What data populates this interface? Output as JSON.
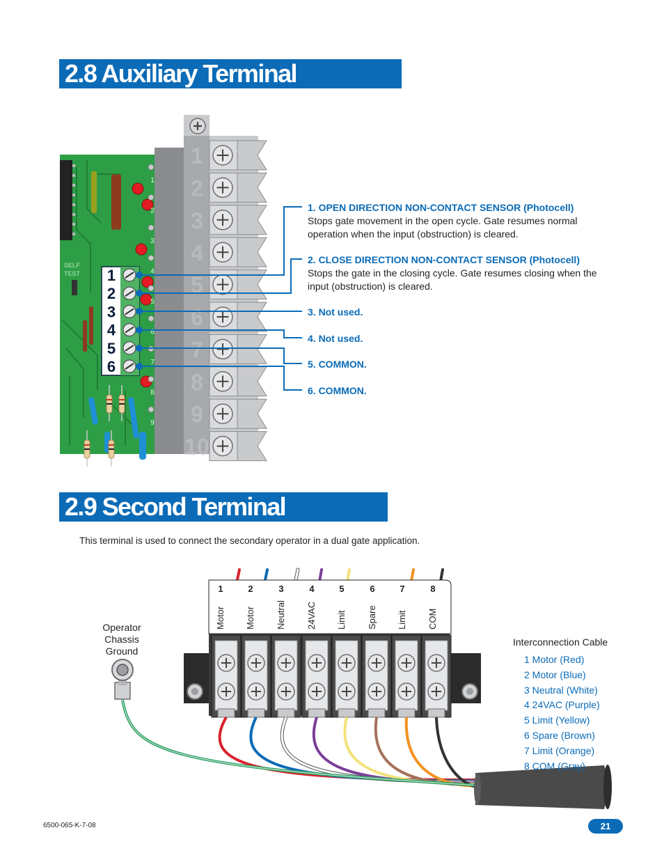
{
  "section_28": {
    "title": "2.8 Auxiliary Terminal Description",
    "board_terminal_numbers": [
      "1",
      "2",
      "3",
      "4",
      "5",
      "6"
    ],
    "large_terminal_numbers": [
      "1",
      "2",
      "3",
      "4",
      "5",
      "6",
      "7",
      "8",
      "9",
      "10"
    ],
    "pcb_small_numbers": [
      "1",
      "2",
      "3",
      "4",
      "5",
      "6",
      "7",
      "8",
      "9"
    ],
    "pcb_text": [
      "SELF",
      "TEST"
    ],
    "items": [
      {
        "head": "1. OPEN DIRECTION NON-CONTACT SENSOR (Photocell)",
        "body": "Stops gate movement in the open cycle. Gate resumes normal operation when the input (obstruction) is cleared."
      },
      {
        "head": "2. CLOSE DIRECTION NON-CONTACT SENSOR (Photocell)",
        "body": "Stops the gate in the closing cycle. Gate resumes closing when the input (obstruction) is cleared."
      },
      {
        "head": "3. Not used.",
        "body": ""
      },
      {
        "head": "4. Not used.",
        "body": ""
      },
      {
        "head": "5. COMMON.",
        "body": ""
      },
      {
        "head": "6. COMMON.",
        "body": ""
      }
    ]
  },
  "section_29": {
    "title": "2.9 Second Terminal Description",
    "intro": "This terminal is used to connect the secondary operator in a dual gate application.",
    "ground_label": [
      "Operator",
      "Chassis",
      "Ground"
    ],
    "terminal_numbers": [
      "1",
      "2",
      "3",
      "4",
      "5",
      "6",
      "7",
      "8"
    ],
    "terminal_labels": [
      "Motor",
      "Motor",
      "Neutral",
      "24VAC",
      "Limit",
      "Spare",
      "Limit",
      "COM"
    ],
    "cable_title": "Interconnection Cable",
    "cable_items": [
      "1 Motor (Red)",
      "2 Motor (Blue)",
      "3 Neutral (White)",
      "4 24VAC (Purple)",
      "5 Limit (Yellow)",
      "6 Spare (Brown)",
      "7 Limit (Orange)",
      "8 COM (Gray)"
    ],
    "wire_colors": [
      "#d9232e",
      "#0b6bb7",
      "#ffffff",
      "#7b3f98",
      "#f3e27a",
      "#a5715a",
      "#f39221",
      "#333333"
    ]
  },
  "footer": {
    "code": "6500-065-K-7-08",
    "page": "21"
  },
  "colors": {
    "accent": "#0b6bb7",
    "pcb": "#2e9e46",
    "terminal_gray": "#9d9fa2"
  }
}
